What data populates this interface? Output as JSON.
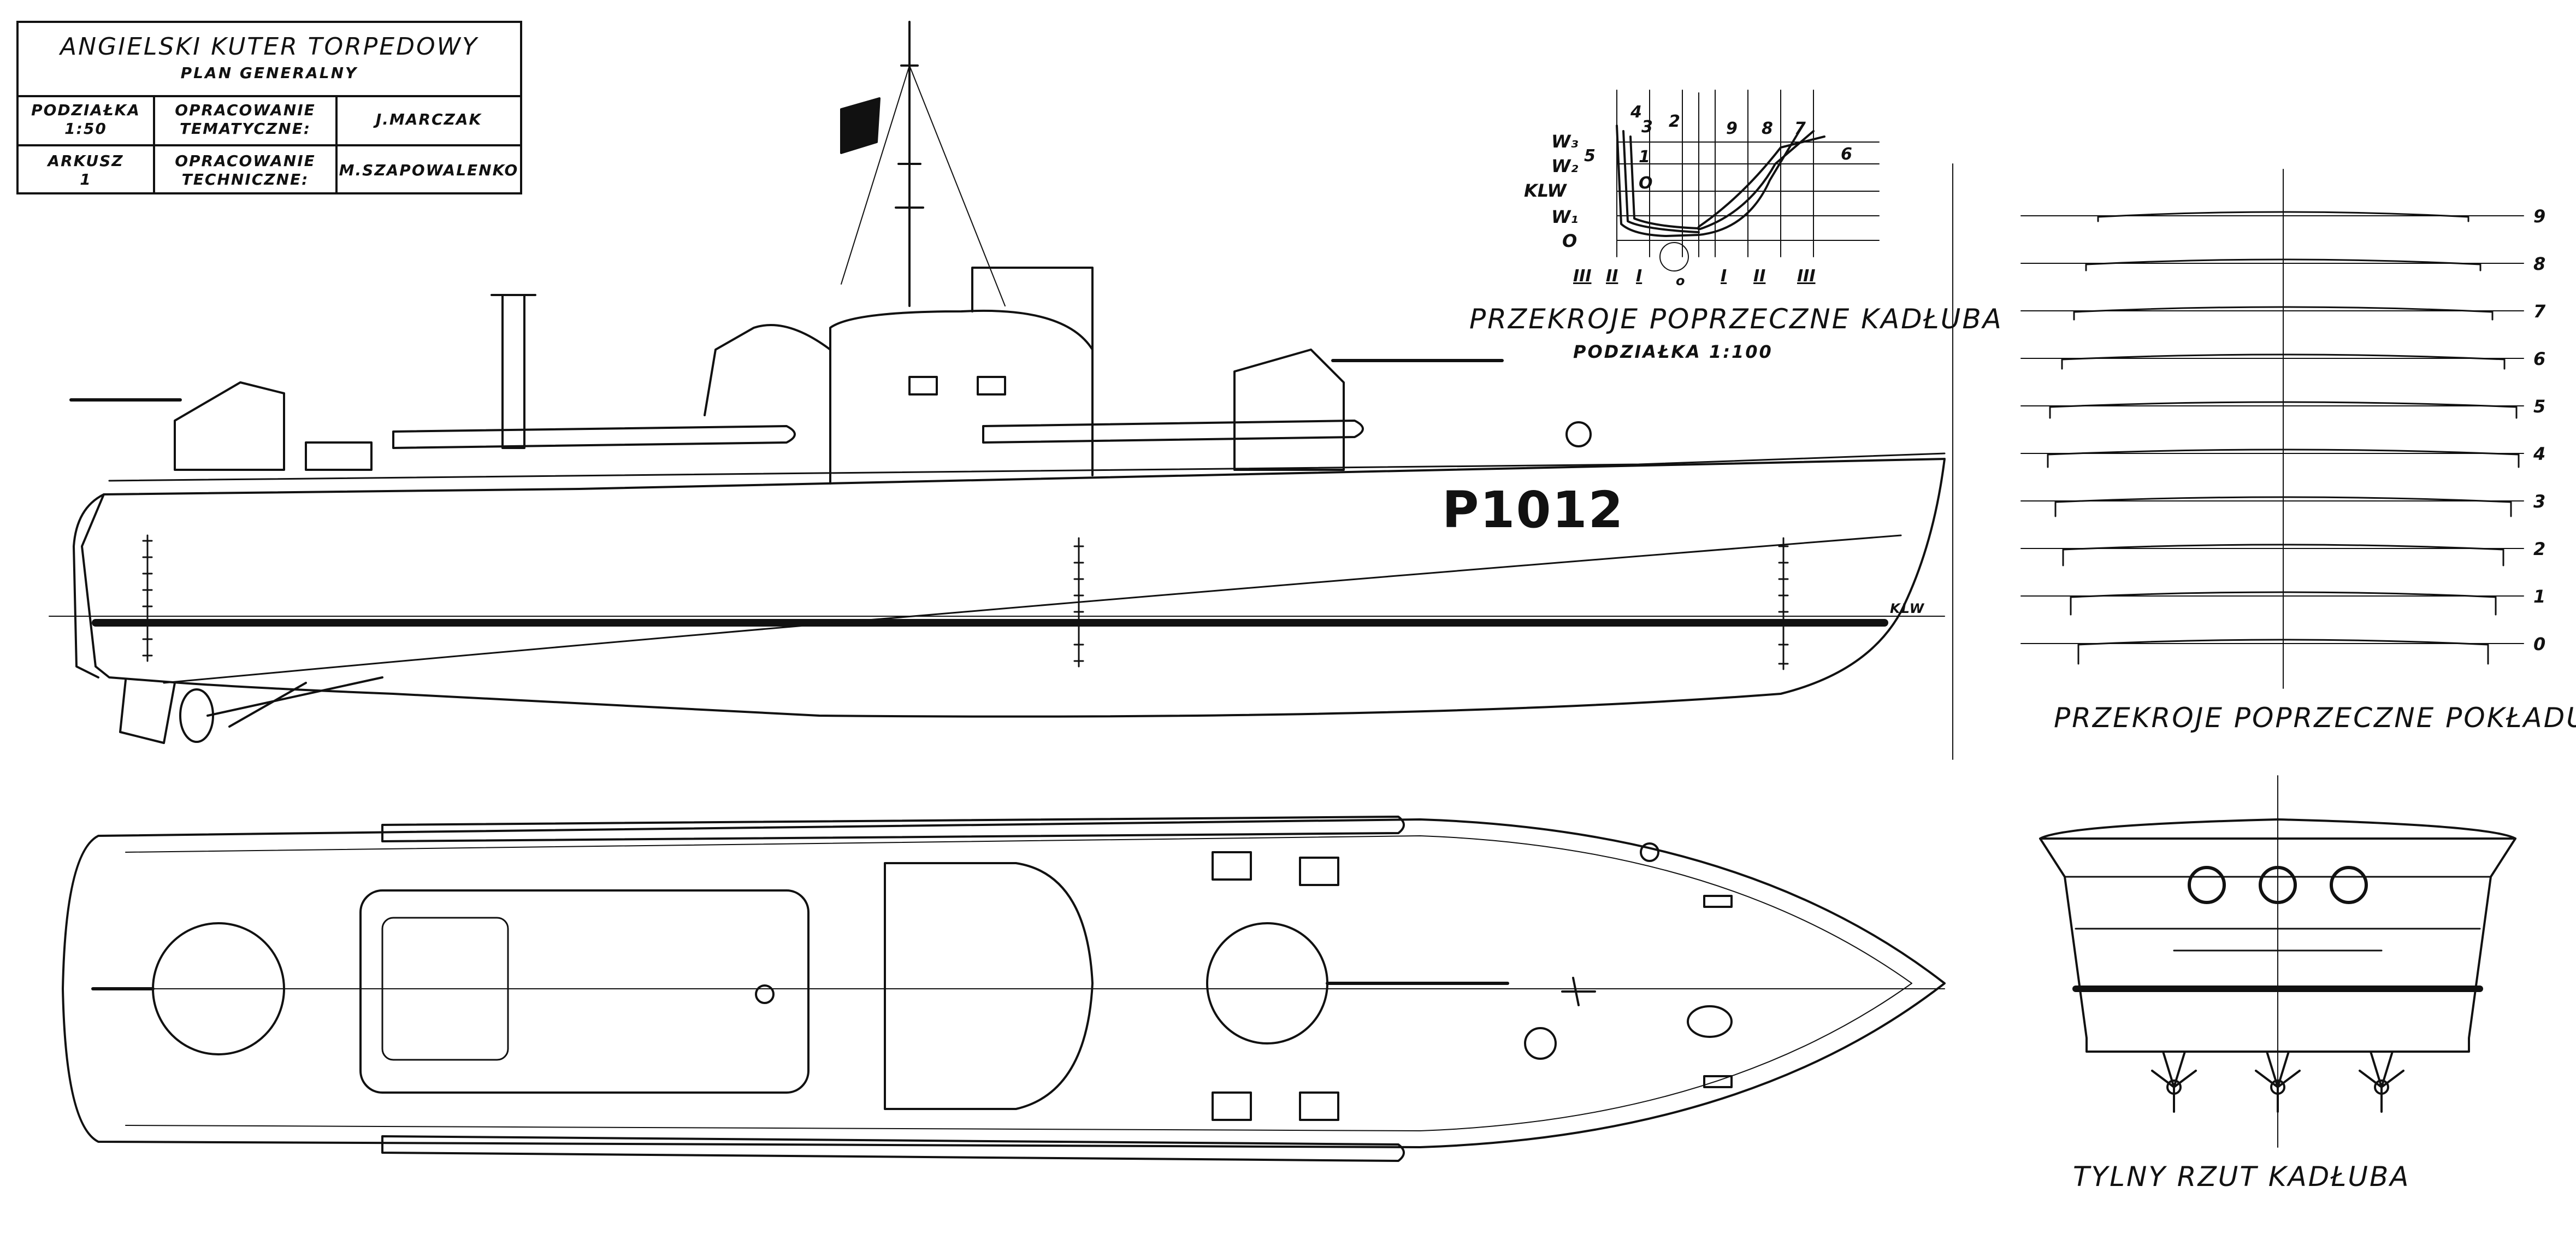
{
  "title_block": {
    "title": "ANGIELSKI KUTER TORPEDOWY",
    "subtitle": "PLAN GENERALNY",
    "scale_label": "PODZIAŁKA",
    "scale_value": "1:50",
    "thematic_label_1": "OPRACOWANIE",
    "thematic_label_2": "TEMATYCZNE:",
    "thematic_author": "J.MARCZAK",
    "sheet_label": "ARKUSZ",
    "sheet_value": "1",
    "technical_label_1": "OPRACOWANIE",
    "technical_label_2": "TECHNICZNE:",
    "technical_author": "M.SZAPOWALENKO"
  },
  "side_view": {
    "hull_number": "P1012",
    "waterline_label": "KLW"
  },
  "hull_sections": {
    "title": "PRZEKROJE POPRZECZNE KADŁUBA",
    "scale": "PODZIAŁKA 1:100",
    "waterlines": [
      "W₃",
      "W₂",
      "KLW",
      "W₁",
      "O"
    ],
    "section_numbers": [
      "4",
      "3",
      "2",
      "9",
      "8",
      "7",
      "6",
      "5",
      "1",
      "O"
    ],
    "stations_bottom": [
      "III",
      "II",
      "I",
      "o",
      "I",
      "II",
      "III"
    ]
  },
  "deck_sections": {
    "title": "PRZEKROJE POPRZECZNE POKŁADU",
    "numbers": [
      "9",
      "8",
      "7",
      "6",
      "5",
      "4",
      "3",
      "2",
      "1",
      "0"
    ]
  },
  "stern_view": {
    "title": "TYLNY RZUT KADŁUBA"
  }
}
